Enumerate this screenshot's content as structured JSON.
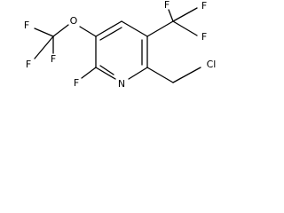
{
  "labels": {
    "o": "O",
    "n": "N",
    "f_ring": "F",
    "f_ocf3_a": "F",
    "f_ocf3_b": "F",
    "f_ocf3_c": "F",
    "f_cf3_a": "F",
    "f_cf3_b": "F",
    "f_cf3_c": "F",
    "cl": "Cl"
  }
}
